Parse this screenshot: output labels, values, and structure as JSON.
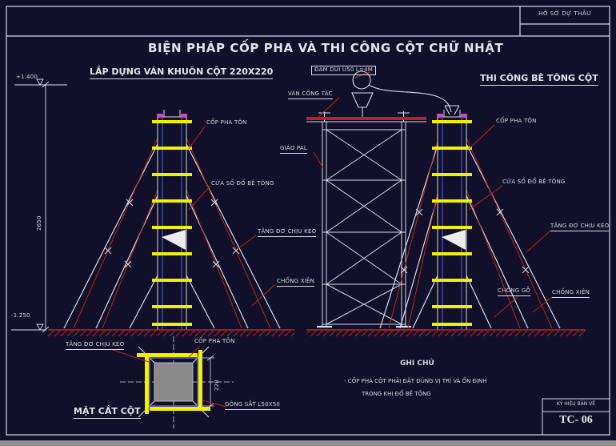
{
  "colors": {
    "bg": "#10102a",
    "line": "#d8dce8",
    "red": "#c02020",
    "yellow": "#f0f000",
    "blue": "#5e5ee8",
    "gray": "#8a8a8a",
    "text": "#d4d6de",
    "magenta": "#cc44cc"
  },
  "header": {
    "stamp": "HỒ SƠ DỰ THẦU",
    "title": "BIỆN PHÁP CỐP PHA VÀ THI CÔNG CỘT CHỮ NHẬT"
  },
  "left_view": {
    "title": "LẮP DỰNG VÁN KHUÔN CỘT 220X220",
    "level_top": "+1.400",
    "level_bottom": "-1.250",
    "dim_height": "2650",
    "labels": {
      "cop_pha_ton": "CỐP PHA TÔN",
      "cua_so_do_be_tong": "CỬA SỔ ĐỔ BÊ TÔNG",
      "tang_do_chiu_keo": "TĂNG ĐƠ CHỊU KÉO",
      "chong_xien": "CHỐNG XIÊN"
    }
  },
  "scaffold_view": {
    "labels": {
      "dam_dui": "ĐẦM DÙI U50 L=4M",
      "van_cong_tac": "VÁN CÔNG TÁC",
      "giao_pal": "GIÁO PAL"
    }
  },
  "right_view": {
    "title": "THI CÔNG BÊ TÔNG CỘT",
    "labels": {
      "cop_pha_ton": "CỐP PHA TÔN",
      "cua_so_do_be_tong": "CỬA SỔ ĐỔ BÊ TÔNG",
      "tang_do_chiu_keo": "TĂNG ĐƠ CHỊU KÉO",
      "chong_go": "CHỐNG GỖ",
      "chong_xien": "CHỐNG XIÊN"
    }
  },
  "section_view": {
    "title": "MẶT CẮT CỘT",
    "dim": "220",
    "labels": {
      "tang_do_chiu_keo": "TĂNG ĐƠ CHỊU KÉO",
      "cop_pha_ton": "CỐP PHA TÔN",
      "gong_sat": "GÔNG SẮT L50X50"
    }
  },
  "notes": {
    "title": "GHI CHÚ",
    "lines": [
      "- CỐP PHA CỘT PHẢI ĐẶT ĐÚNG VỊ TRÍ VÀ ỔN ĐỊNH",
      "TRONG KHI ĐỔ BÊ TÔNG"
    ]
  },
  "title_block": {
    "label": "KÝ HIỆU BẢN VẼ",
    "number": "TC- 06"
  }
}
